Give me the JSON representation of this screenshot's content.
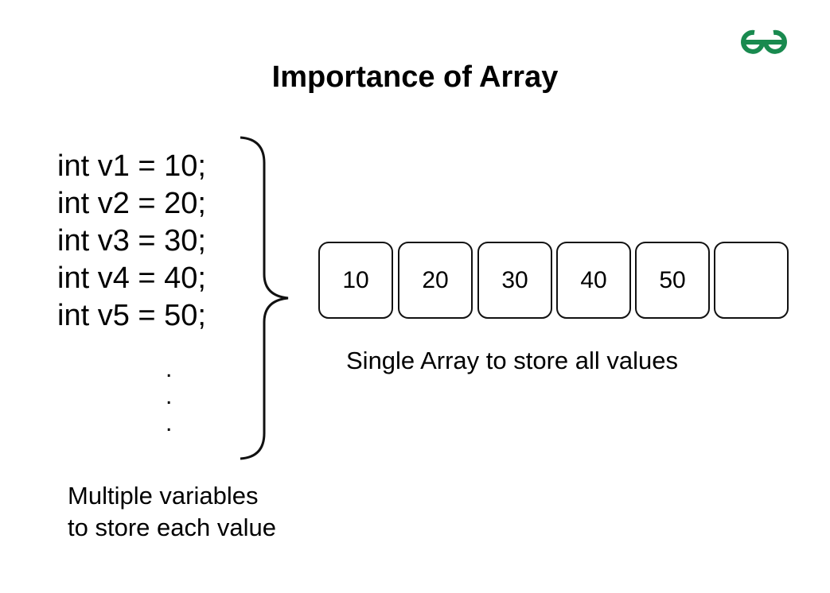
{
  "title": "Importance of Array",
  "logo": {
    "text": "GfG",
    "color": "#198a4f"
  },
  "code_lines": [
    "int v1 = 10;",
    "int v2 = 20;",
    "int v3 = 30;",
    "int v4 = 40;",
    "int v5 = 50;"
  ],
  "dots": [
    ".",
    ".",
    "."
  ],
  "array_values": [
    "10",
    "20",
    "30",
    "40",
    "50",
    ""
  ],
  "array_caption": "Single Array to store all values",
  "variables_caption": [
    "Multiple variables",
    "to store each value"
  ]
}
